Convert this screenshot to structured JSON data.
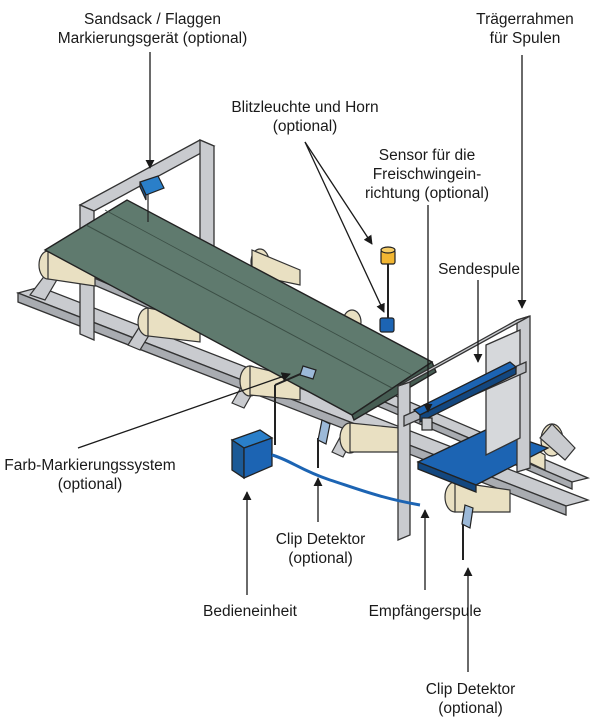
{
  "labels": {
    "sandbag": "Sandsack / Flaggen\nMarkierungsgerät (optional)",
    "frame": "Trägerrahmen\nfür Spulen",
    "flash": "Blitzleuchte und Horn\n(optional)",
    "sensor": "Sensor für die\nFreischwingein-\nrichtung (optional)",
    "sendcoil": "Sendespule",
    "paint": "Farb-Markierungssystem\n(optional)",
    "clip1": "Clip Detektor\n(optional)",
    "control": "Bedieneinheit",
    "receiver": "Empfängerspule",
    "clip2": "Clip Detektor\n(optional)"
  },
  "colors": {
    "belt": "#5f7a6e",
    "frame": "#c9cbcf",
    "coil": "#1c64b3",
    "roller": "#e9e0c2",
    "beacon": "#f2b632"
  }
}
